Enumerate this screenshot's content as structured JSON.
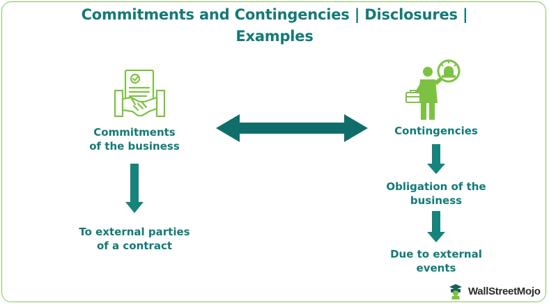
{
  "title": "Commitments and Contingencies | Disclosures |\nExamples",
  "left": {
    "heading": "Commitments\nof the business",
    "detail": "To external parties\nof a contract",
    "icon": "contract-handshake-icon"
  },
  "right": {
    "heading": "Contingencies",
    "step1": "Obligation of the\nbusiness",
    "step2": "Due to external\nevents",
    "icon": "person-with-risk-icon"
  },
  "brand": {
    "name": "WallStreetMojo"
  },
  "colors": {
    "teal": "#127a76",
    "green": "#7cc242",
    "border": "#86c45a"
  }
}
